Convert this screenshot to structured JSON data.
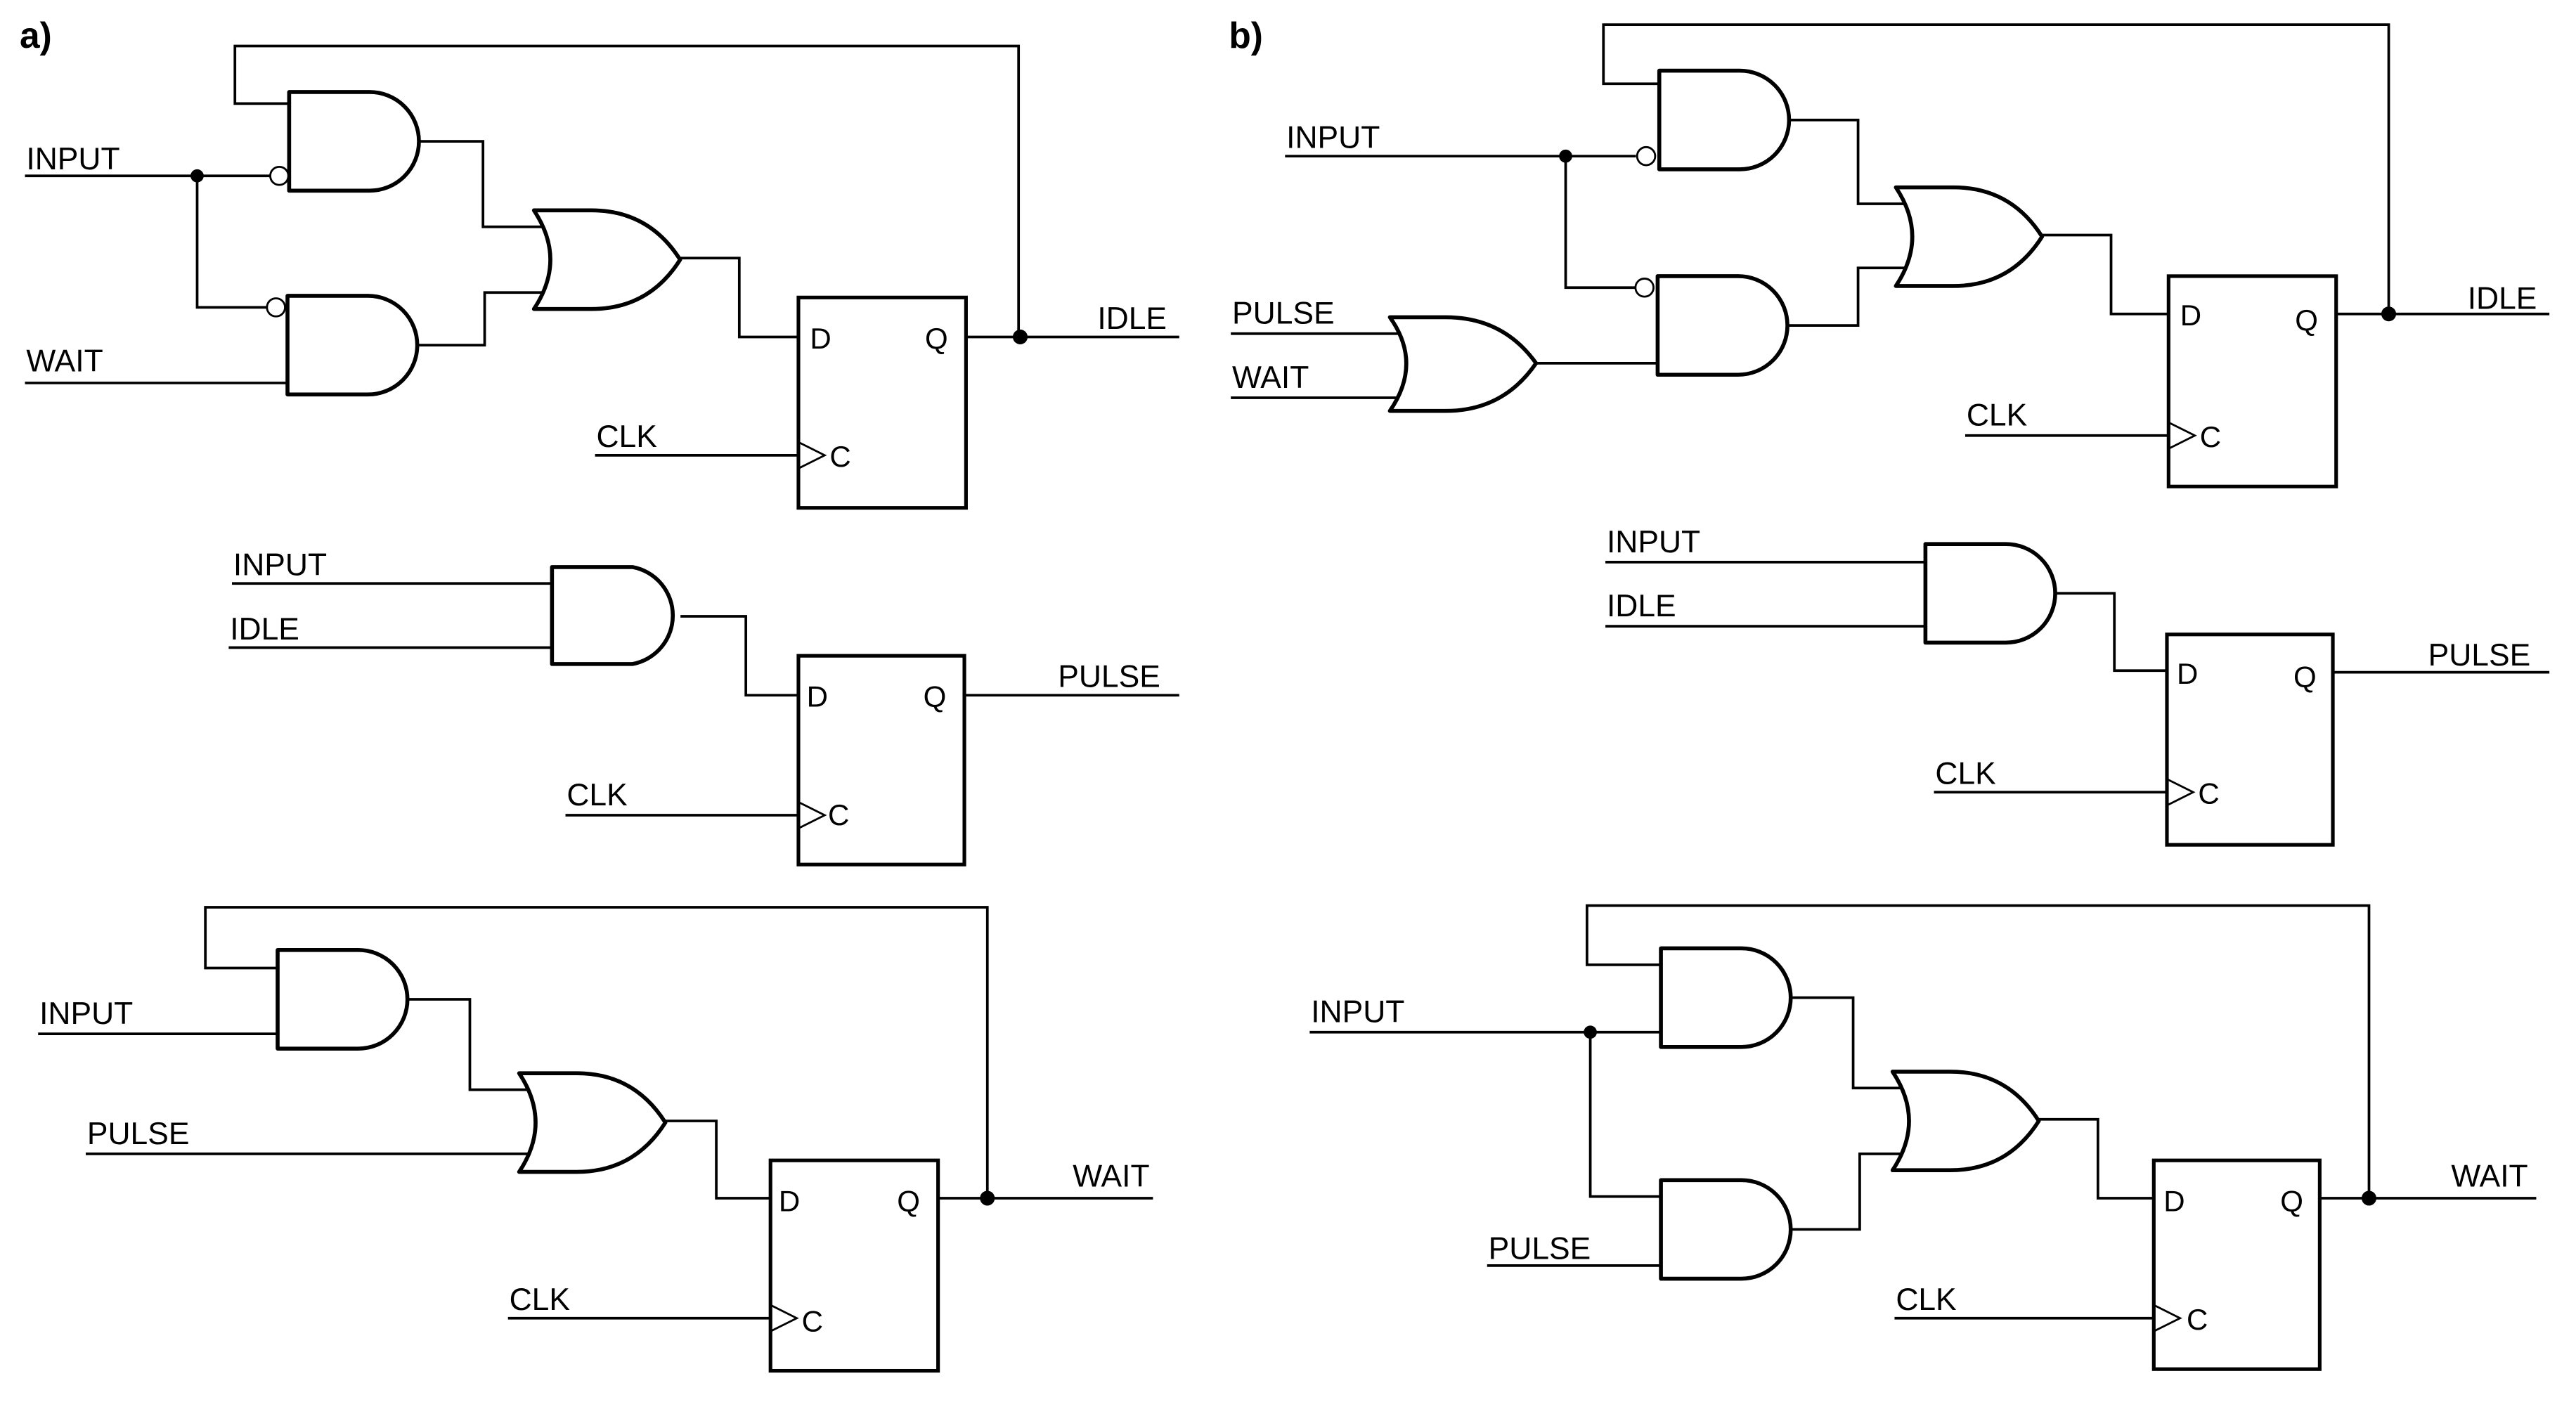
{
  "figure": {
    "panels": [
      {
        "label": "a)",
        "circuits": [
          {
            "output": "IDLE",
            "inputs": [
              "INPUT",
              "WAIT"
            ],
            "clock": "CLK",
            "feedback": true,
            "gates": [
              "AND (inverted INPUT, IDLE feedback)",
              "AND (inverted INPUT, WAIT)",
              "OR",
              "D flip-flop"
            ]
          },
          {
            "output": "PULSE",
            "inputs": [
              "INPUT",
              "IDLE"
            ],
            "clock": "CLK",
            "feedback": false,
            "gates": [
              "AND",
              "D flip-flop"
            ]
          },
          {
            "output": "WAIT",
            "inputs": [
              "INPUT",
              "PULSE"
            ],
            "clock": "CLK",
            "feedback": true,
            "gates": [
              "AND (WAIT feedback, INPUT)",
              "OR (with PULSE)",
              "D flip-flop"
            ]
          }
        ]
      },
      {
        "label": "b)",
        "circuits": [
          {
            "output": "IDLE",
            "inputs": [
              "INPUT",
              "PULSE",
              "WAIT"
            ],
            "clock": "CLK",
            "feedback": true,
            "gates": [
              "AND (inverted INPUT, IDLE feedback)",
              "OR (PULSE, WAIT)",
              "AND (inverted INPUT, OR output)",
              "OR",
              "D flip-flop"
            ]
          },
          {
            "output": "PULSE",
            "inputs": [
              "INPUT",
              "IDLE"
            ],
            "clock": "CLK",
            "feedback": false,
            "gates": [
              "AND",
              "D flip-flop"
            ]
          },
          {
            "output": "WAIT",
            "inputs": [
              "INPUT",
              "PULSE"
            ],
            "clock": "CLK",
            "feedback": true,
            "gates": [
              "AND (WAIT feedback, INPUT)",
              "AND (INPUT, PULSE)",
              "OR",
              "D flip-flop"
            ]
          }
        ]
      }
    ],
    "pins": {
      "d": "D",
      "q": "Q",
      "c": "C"
    },
    "signals": {
      "input": "INPUT",
      "wait": "WAIT",
      "idle": "IDLE",
      "pulse": "PULSE",
      "clk": "CLK"
    }
  }
}
